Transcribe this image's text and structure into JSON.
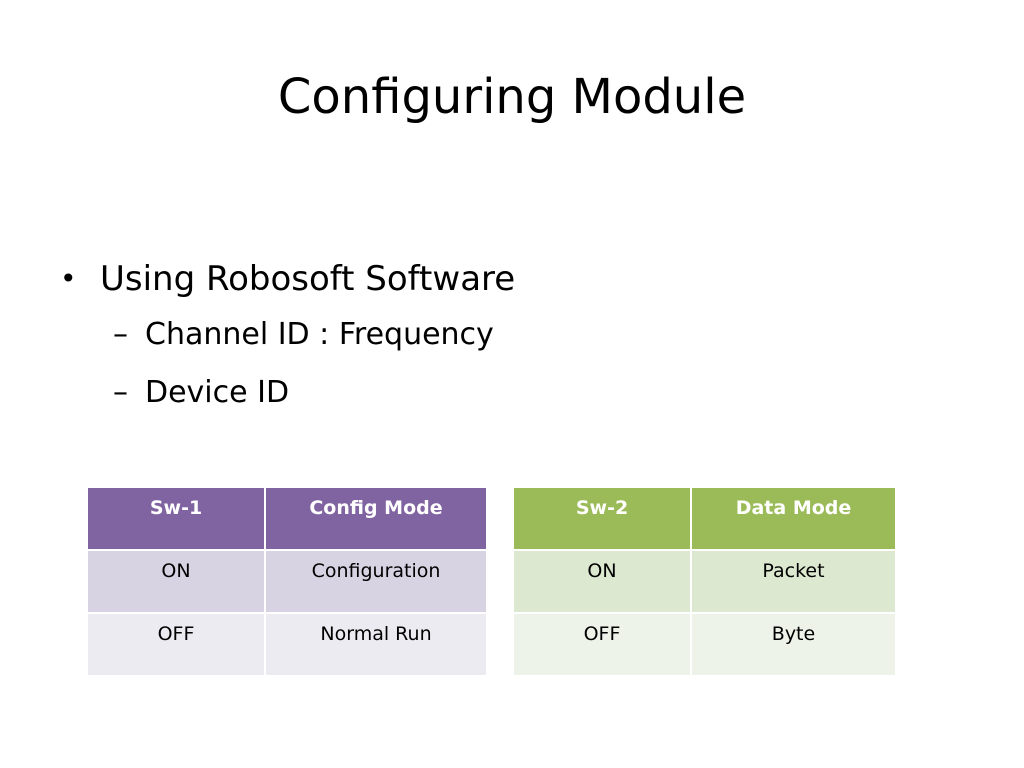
{
  "slide": {
    "title": "Configuring Module",
    "bullets": [
      {
        "bullet_char": "•",
        "text": "Using Robosoft Software",
        "sub": [
          {
            "dash": "–",
            "text": "Channel ID : Frequency"
          },
          {
            "dash": "–",
            "text": "Device ID"
          }
        ]
      }
    ]
  },
  "tables": [
    {
      "header": [
        "Sw-1",
        "Config Mode"
      ],
      "rows": [
        [
          "ON",
          "Configuration"
        ],
        [
          "OFF",
          "Normal Run"
        ]
      ],
      "header_color": "#8064a2"
    },
    {
      "header": [
        "Sw-2",
        "Data Mode"
      ],
      "rows": [
        [
          "ON",
          "Packet"
        ],
        [
          "OFF",
          "Byte"
        ]
      ],
      "header_color": "#9bbb59"
    }
  ]
}
